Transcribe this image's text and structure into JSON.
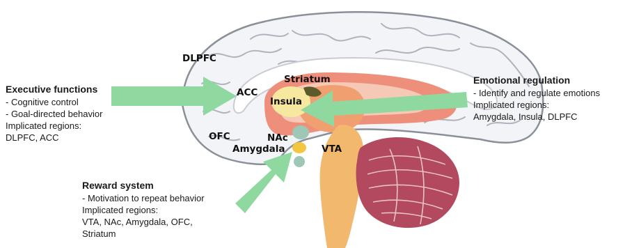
{
  "colors": {
    "cortex": "#f3f4f7",
    "cortex_outline": "#8a8f99",
    "gyri_line": "#aeb3bd",
    "striatum": "#ee8f7c",
    "striatum_inner": "#f6c9b6",
    "insula": "#f7e8a0",
    "thalamus": "#f0a070",
    "brainstem": "#f2b86e",
    "cerebellum": "#b3495e",
    "cerebellum_lines": "#e9c3c8",
    "amygdala": "#f2c640",
    "nac": "#9ec7b5",
    "arrow": "#8fd9a0"
  },
  "labels": {
    "dlpfc": "DLPFC",
    "acc": "ACC",
    "striatum": "Striatum",
    "insula": "Insula",
    "ofc": "OFC",
    "nac": "NAc",
    "amygdala": "Amygdala",
    "vta": "VTA"
  },
  "executive": {
    "title": "Executive functions",
    "line1": "- Cognitive control",
    "line2": "- Goal-directed behavior",
    "line3": "Implicated regions:",
    "line4": "DLPFC, ACC"
  },
  "emotional": {
    "title": "Emotional regulation",
    "line1": "- Identify and regulate emotions",
    "line2": "Implicated regions:",
    "line3": "Amygdala, Insula, DLPFC"
  },
  "reward": {
    "title": "Reward system",
    "line1": "- Motivation to repeat behavior",
    "line2": "Implicated regions:",
    "line3": "VTA, NAc, Amygdala, OFC,",
    "line4": "Striatum"
  }
}
